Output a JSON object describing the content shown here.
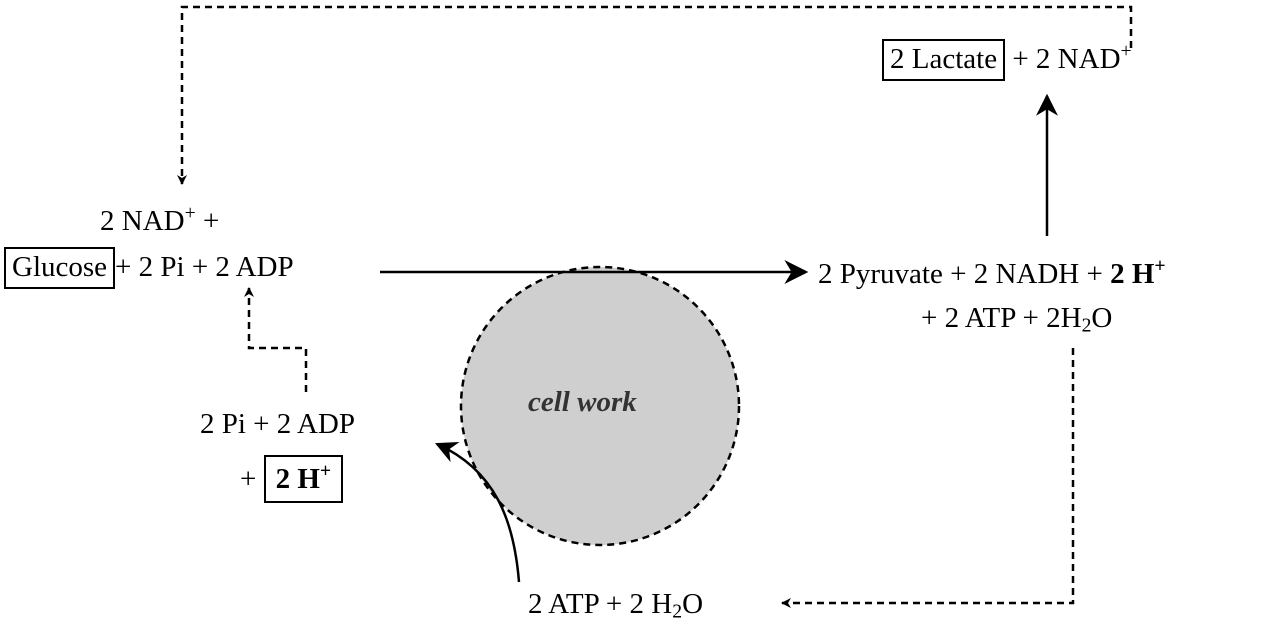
{
  "top_right": {
    "lactate": "2 Lactate",
    "nad": "+ 2 NAD",
    "nad_sup": "+"
  },
  "glucose_side": {
    "nad_line": "2 NAD",
    "nad_sup": "+",
    "nad_plus": " +",
    "glucose": "Glucose",
    "reactants": "+ 2 Pi + 2 ADP"
  },
  "products": {
    "line1": "2 Pyruvate + 2 NADH + ",
    "h": "2 H",
    "h_sup": "+",
    "line2_a": "+ 2 ATP  +  2H",
    "line2_sub": "2",
    "line2_b": "O"
  },
  "recycle": {
    "line1": "2 Pi  +  2 ADP",
    "plus": "+",
    "h": "2 H",
    "h_sup": "+"
  },
  "atp_bottom": {
    "text": "2 ATP  +  2 H",
    "sub": "2",
    "tail": "O"
  },
  "circle": {
    "label": "cell work",
    "fill": "#cfcfcf"
  }
}
